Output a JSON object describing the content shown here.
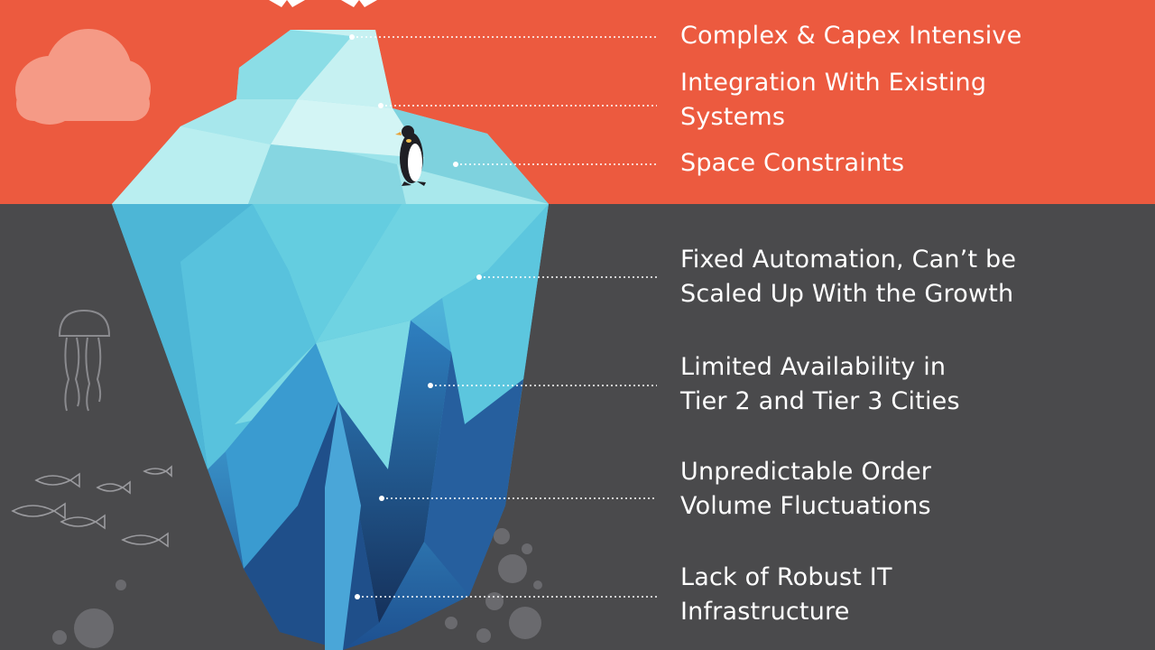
{
  "colors": {
    "sky": "#ec5a3f",
    "sea": "#4a4a4c",
    "ice_light": "#b7ecee",
    "ice_mid": "#6fd3dc",
    "ice_deep": "#2e7fc0",
    "ice_dark": "#17335f",
    "leader": "#ffffff"
  },
  "icons": [
    "cloud-icon",
    "penguin-icon",
    "jellyfish-icon",
    "fish-icon",
    "bubble-icon",
    "bird-icon"
  ],
  "above_water": [
    {
      "lines": [
        "Complex & Capex Intensive"
      ]
    },
    {
      "lines": [
        "Integration With Existing",
        "Systems"
      ]
    },
    {
      "lines": [
        "Space Constraints"
      ]
    }
  ],
  "below_water": [
    {
      "lines": [
        "Fixed Automation, Can’t be",
        "Scaled Up With the Growth"
      ]
    },
    {
      "lines": [
        "Limited Availability in",
        "Tier 2 and Tier 3 Cities"
      ]
    },
    {
      "lines": [
        "Unpredictable Order",
        "Volume Fluctuations"
      ]
    },
    {
      "lines": [
        "Lack of Robust IT",
        "Infrastructure"
      ]
    }
  ]
}
